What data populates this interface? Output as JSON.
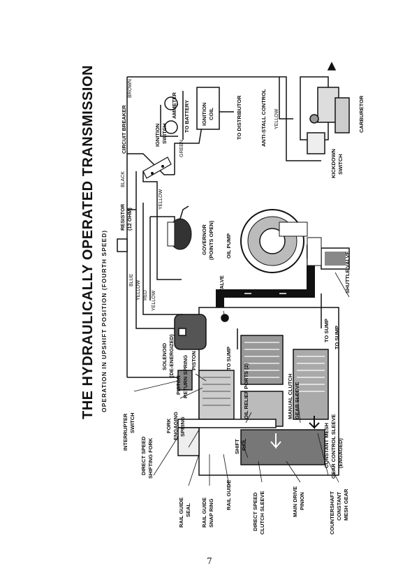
{
  "title": "THE HYDRAULICALLY OPERATED TRANSMISSION",
  "subtitle": "OPERATION IN UPSHIFT POSITION (FOURTH SPEED)",
  "page_number": "7",
  "wires": {
    "brown": "BROWN",
    "black": "BLACK",
    "blue": "BLUE",
    "yellow_top": "YELLOW",
    "red": "RED",
    "yellow_bottom": "YELLOW",
    "yellow_switch": "YELLOW",
    "green": "GREEN",
    "yellow_carb": "YELLOW"
  },
  "labels": {
    "circuit_breaker": "CIRCUIT BREAKER",
    "ammeter": "AMMETER",
    "to_battery": "TO BATTERY",
    "ignition_coil_1": "IGNITION",
    "ignition_coil_2": "COIL",
    "to_distributor": "TO DISTRIBUTOR",
    "anti_stall_control": "ANTI-STALL CONTROL",
    "carburetor": "CARBURETOR",
    "ignition_switch_1": "IGNITION",
    "ignition_switch_2": "SWITCH",
    "kickdown_switch_1": "KICKDOWN",
    "kickdown_switch_2": "SWITCH",
    "resistor_1": "RESISTOR",
    "resistor_2": "(12 OHM)",
    "governor_1": "GOVERNOR",
    "governor_2": "(POINTS OPEN)",
    "oil_pump": "OIL PUMP",
    "ball_valve": "BALL VALVE",
    "shuttle_valve": "SHUTTLE VALVE",
    "to_sump_1": "TO SUMP",
    "to_sump_2": "TO SUMP",
    "to_sump_3": "TO SUMP",
    "solenoid_1": "SOLENOID",
    "solenoid_2": "(DE-ENERGIZED)",
    "piston_return_1": "PISTON",
    "piston_return_2": "RETURN SPRING",
    "piston": "PISTON",
    "oil_relief_ports": "OIL RELIEF PORTS (2)",
    "manual_clutch_1": "MANUAL CLUTCH",
    "manual_clutch_2": "GEAR SLEEVE",
    "interrupter_1": "INTERRUPTER",
    "interrupter_2": "SWITCH",
    "fork_engaging_1": "FORK",
    "fork_engaging_2": "ENGAGING",
    "fork_engaging_3": "SPRING",
    "shift_rail_1": "SHIFT",
    "shift_rail_2": "RAIL",
    "direct_speed_fork_1": "DIRECT SPEED",
    "direct_speed_fork_2": "SHIFTING FORK",
    "constant_mesh_1": "CONSTANT MESH",
    "constant_mesh_2": "GEAR CONTROL SLEEVE",
    "constant_mesh_3": "(ENGAGED)",
    "rail_guide_seal_1": "RAIL GUIDE",
    "rail_guide_seal_2": "SEAL",
    "rail_guide_snap_1": "RAIL GUIDE",
    "rail_guide_snap_2": "SNAP RING",
    "rail_guide": "RAIL GUIDE",
    "direct_clutch_1": "DIRECT SPEED",
    "direct_clutch_2": "CLUTCH SLEEVE",
    "main_drive_1": "MAIN DRIVE",
    "main_drive_2": "PINION",
    "countershaft_1": "COUNTERSHAFT",
    "countershaft_2": "CONSTANT",
    "countershaft_3": "MESH GEAR"
  }
}
